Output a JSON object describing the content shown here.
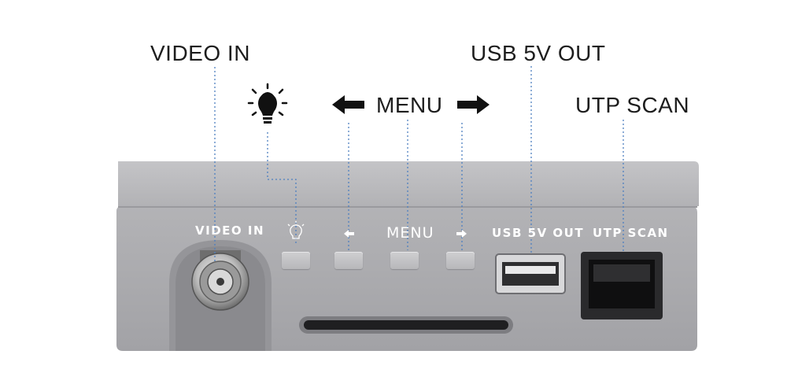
{
  "callouts": {
    "video_in": "VIDEO IN",
    "menu": "MENU",
    "usb_out": "USB 5V OUT",
    "utp_scan": "UTP SCAN"
  },
  "panel_labels": {
    "video_in": "VIDEO IN",
    "menu": "MENU",
    "usb": "USB 5V OUT",
    "utp": "UTP SCAN"
  },
  "icons": [
    "bulb-icon",
    "arrow-left-icon",
    "arrow-right-icon"
  ],
  "colors": {
    "device_body": "#a9a9ac",
    "device_top": "#bdbdc0",
    "leader_line": "#4d7fc0",
    "callout_text": "#1d1d1d"
  }
}
